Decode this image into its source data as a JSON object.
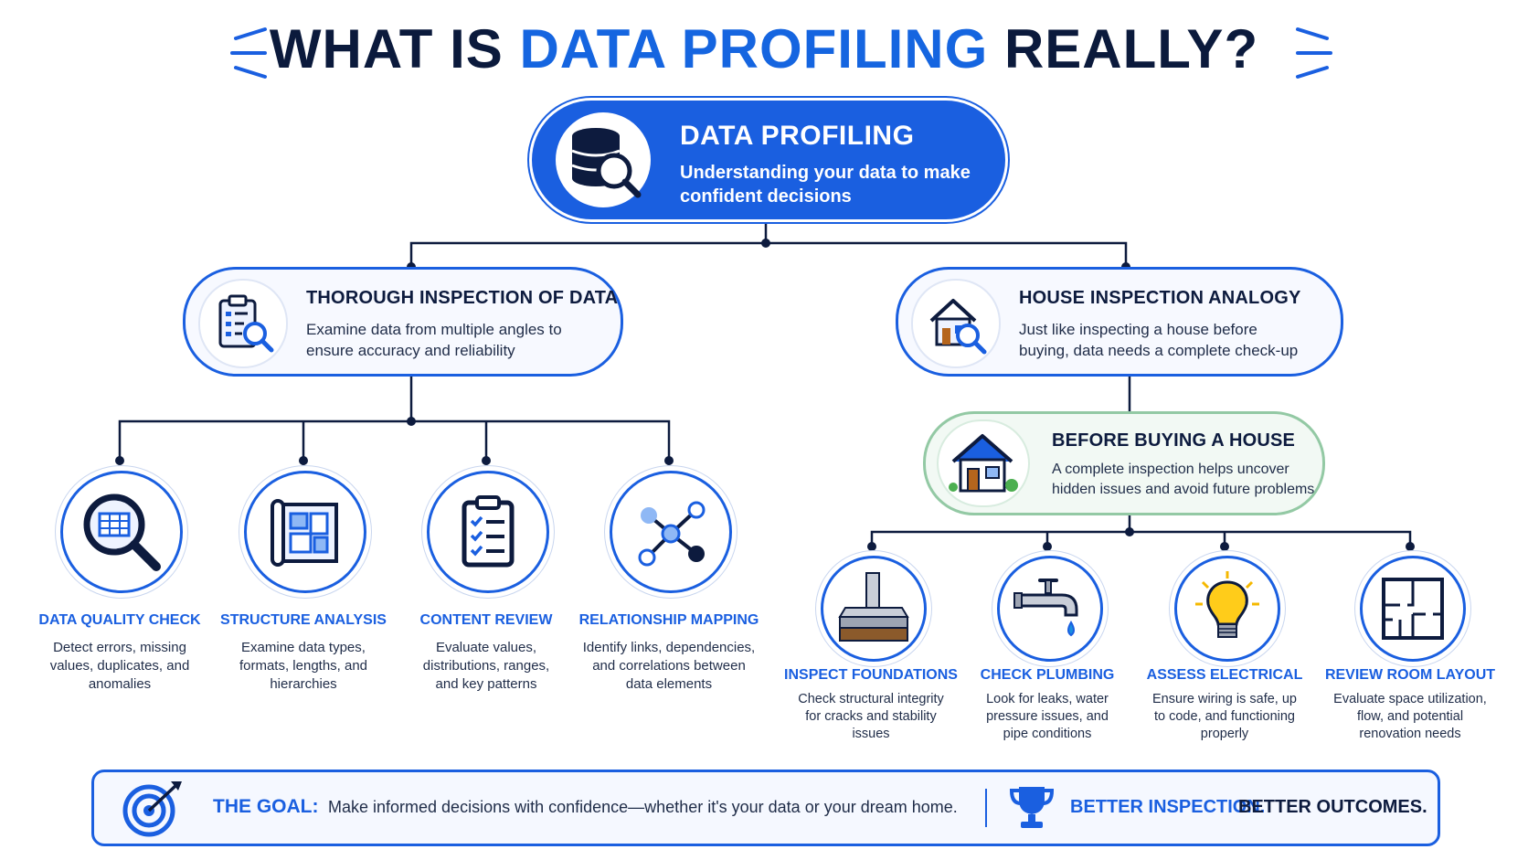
{
  "title": {
    "part1": "WHAT IS ",
    "part2": "DATA PROFILING",
    "part3": " REALLY?"
  },
  "root": {
    "heading": "DATA PROFILING",
    "subtitle": "Understanding your data to make confident decisions"
  },
  "left_branch": {
    "heading": "THOROUGH INSPECTION OF DATA",
    "desc": "Examine data from multiple angles to ensure accuracy and reliability",
    "items": [
      {
        "label": "DATA QUALITY CHECK",
        "desc": "Detect errors, missing values, duplicates, and anomalies",
        "icon": "magnifier-table-icon"
      },
      {
        "label": "STRUCTURE ANALYSIS",
        "desc": "Examine data types, formats, lengths, and hierarchies",
        "icon": "blueprint-icon"
      },
      {
        "label": "CONTENT REVIEW",
        "desc": "Evaluate values, distributions, ranges, and key patterns",
        "icon": "clipboard-checklist-icon"
      },
      {
        "label": "RELATIONSHIP MAPPING",
        "desc": "Identify links, dependencies, and correlations between data elements",
        "icon": "network-nodes-icon"
      }
    ]
  },
  "right_branch": {
    "heading": "HOUSE INSPECTION ANALOGY",
    "desc": "Just like inspecting a house before buying, data needs a complete check-up",
    "sub": {
      "heading": "BEFORE BUYING A HOUSE",
      "desc": "A complete inspection helps uncover hidden issues and avoid future problems"
    },
    "items": [
      {
        "label": "INSPECT FOUNDATIONS",
        "desc": "Check structural integrity for cracks and stability issues",
        "icon": "foundation-pillar-icon"
      },
      {
        "label": "CHECK PLUMBING",
        "desc": "Look for leaks, water pressure issues, and pipe conditions",
        "icon": "faucet-icon"
      },
      {
        "label": "ASSESS ELECTRICAL",
        "desc": "Ensure wiring is safe, up to code, and functioning properly",
        "icon": "lightbulb-icon"
      },
      {
        "label": "REVIEW ROOM LAYOUT",
        "desc": "Evaluate space utilization, flow, and potential renovation needs",
        "icon": "floor-plan-icon"
      }
    ]
  },
  "goal": {
    "label": "THE GOAL:",
    "text": "Make informed decisions with confidence—whether it's your data or your dream home.",
    "tag1": "BETTER INSPECTION.",
    "tag2": "BETTER OUTCOMES."
  },
  "colors": {
    "primary": "#1a5fe0",
    "dark": "#0b1a3c",
    "green_border": "#93c9a4"
  }
}
